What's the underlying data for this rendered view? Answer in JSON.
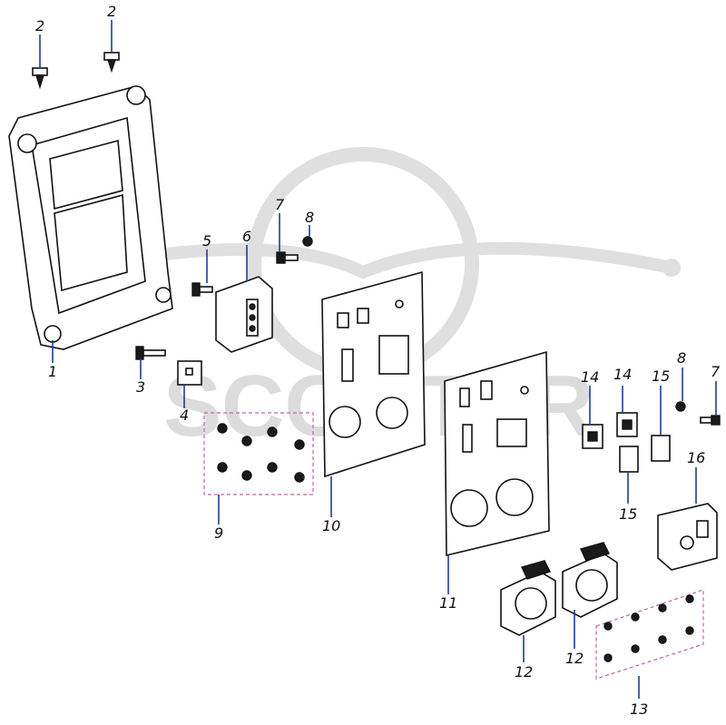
{
  "watermark": {
    "brand": "SCOOTER",
    "color": "#d9d9d9"
  },
  "callouts": [
    "2",
    "2",
    "1",
    "5",
    "6",
    "7",
    "8",
    "3",
    "4",
    "9",
    "10",
    "11",
    "14",
    "14",
    "15",
    "15",
    "8",
    "7",
    "16",
    "12",
    "12",
    "13"
  ],
  "colors": {
    "leader": "#1d3e8f",
    "dashed_group": "#c060b0",
    "outline": "#111111"
  }
}
